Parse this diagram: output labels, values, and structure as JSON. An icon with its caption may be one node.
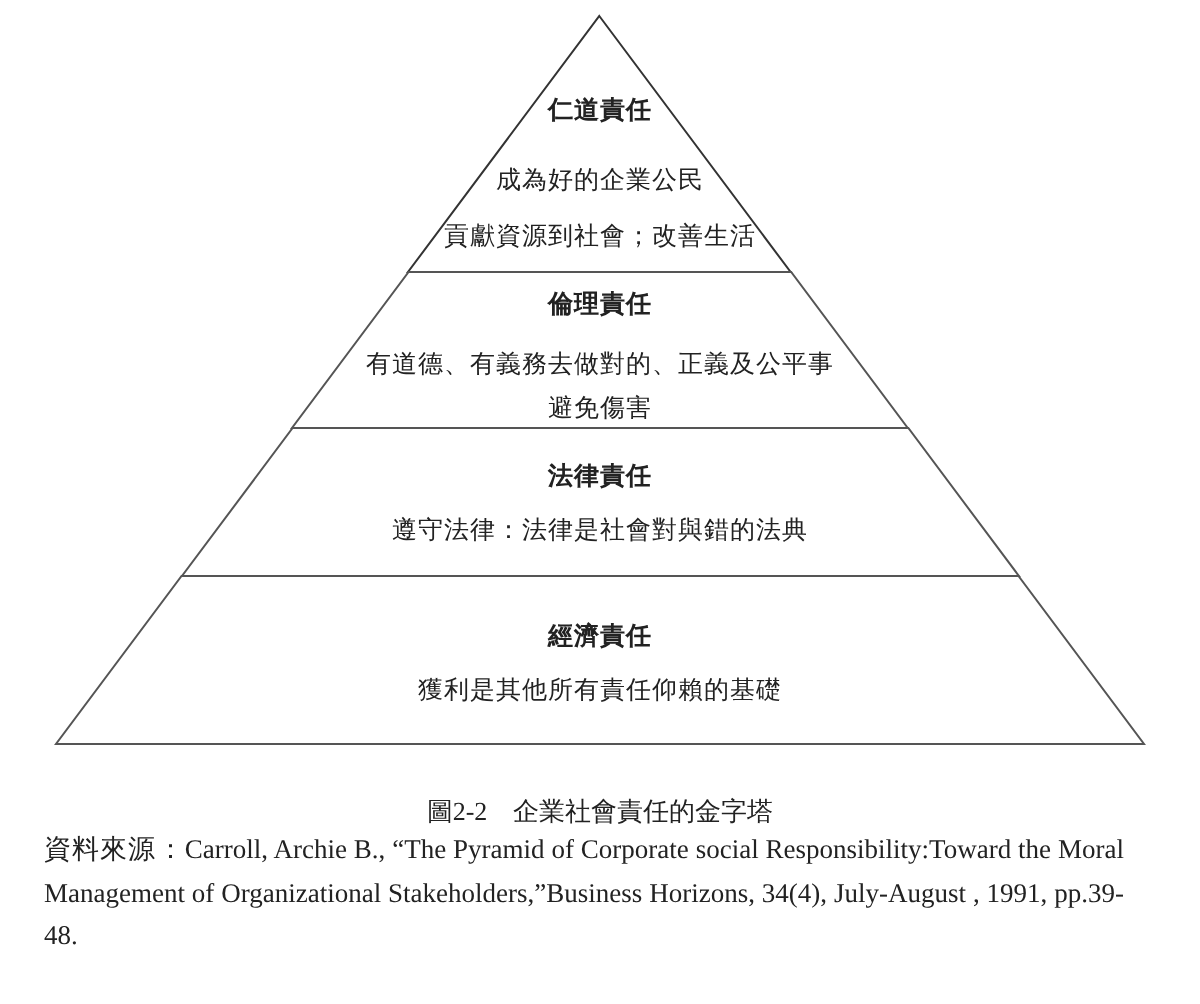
{
  "diagram": {
    "caption": "圖2-2　企業社會責任的金字塔",
    "nodes": [
      {
        "text": [
          "仁道責任",
          "成為好的企業公民",
          "貢獻資源到社會；改善生活"
        ]
      },
      {
        "text": [
          "倫理責任",
          "有道德、有義務去做對的、正義及公平事",
          "避免傷害"
        ]
      },
      {
        "text": [
          "法律責任",
          "遵守法律：法律是社會對與錯的法典"
        ]
      },
      {
        "text": [
          "經濟責任",
          "獲利是其他所有責任仰賴的基礎"
        ]
      }
    ],
    "labels": [
      "資料來源：Carroll, Archie B., “The Pyramid of Corporate social Responsibility:Toward the Moral Management of Organizational Stakeholders,”Business Horizons, 34(4), July-August , 1991, pp.39-48."
    ]
  }
}
